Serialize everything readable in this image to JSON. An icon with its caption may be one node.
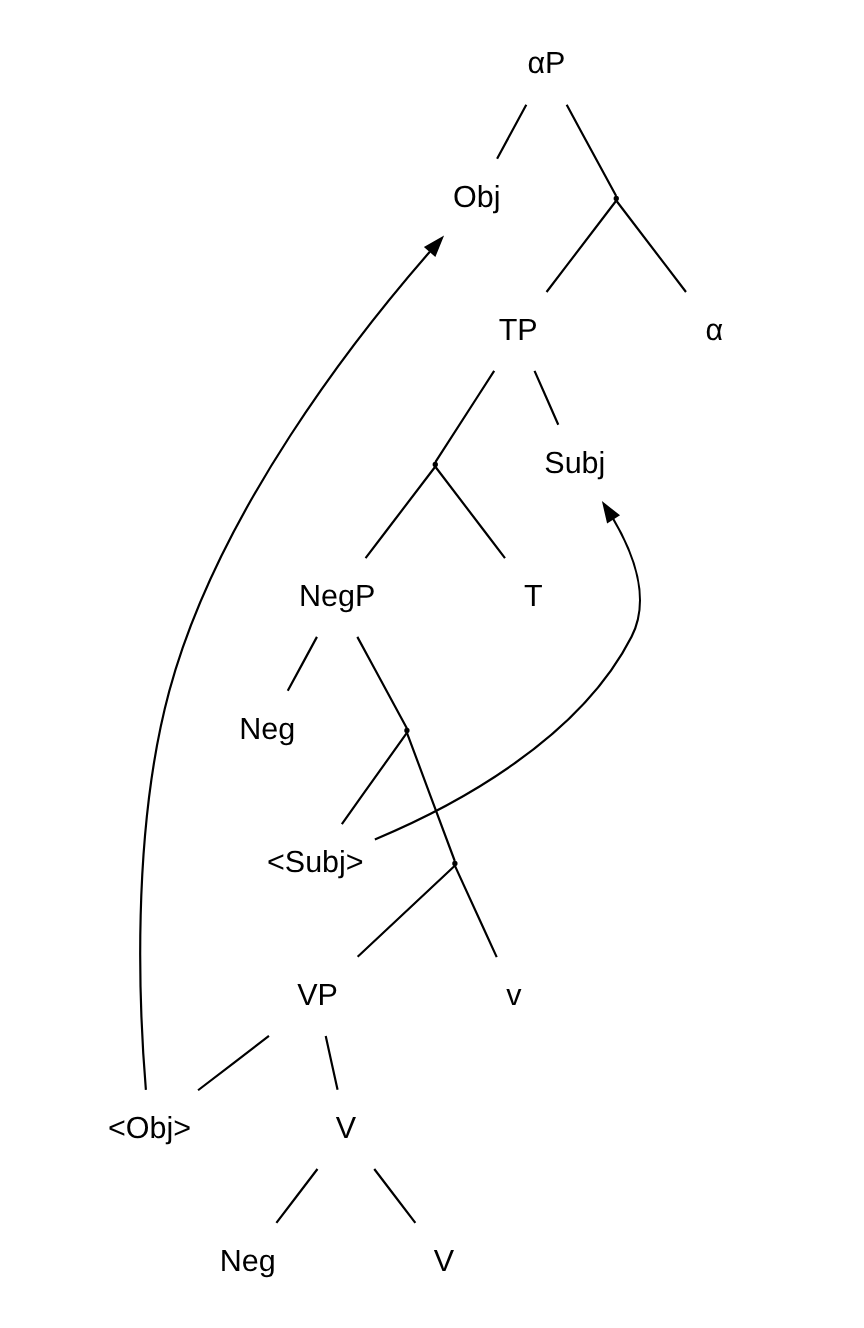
{
  "diagram": {
    "nodes": [
      {
        "text": [
          "αP"
        ]
      },
      {
        "text": [
          "Obj"
        ]
      },
      {
        "text": [],
        "shape": "point"
      },
      {
        "text": [
          "TP"
        ]
      },
      {
        "text": [
          "α"
        ]
      },
      {
        "text": [],
        "shape": "point"
      },
      {
        "text": [
          "Subj"
        ]
      },
      {
        "text": [
          "NegP"
        ]
      },
      {
        "text": [
          "T"
        ]
      },
      {
        "text": [
          "Neg"
        ]
      },
      {
        "text": [],
        "shape": "point"
      },
      {
        "text": [
          "<Subj>"
        ]
      },
      {
        "text": [],
        "shape": "point"
      },
      {
        "text": [
          "VP"
        ]
      },
      {
        "text": [
          "v"
        ]
      },
      {
        "text": [
          "<Obj>"
        ]
      },
      {
        "text": [
          "V"
        ]
      },
      {
        "text": [
          "Neg"
        ]
      },
      {
        "text": [
          "V"
        ]
      }
    ],
    "edges": [
      {
        "from": 0,
        "to": 1,
        "arrow": "none"
      },
      {
        "from": 0,
        "to": 2,
        "arrow": "none"
      },
      {
        "from": 2,
        "to": 3,
        "arrow": "none"
      },
      {
        "from": 2,
        "to": 4,
        "arrow": "none"
      },
      {
        "from": 3,
        "to": 6,
        "arrow": "none"
      },
      {
        "from": 3,
        "to": 5,
        "arrow": "none"
      },
      {
        "from": 5,
        "to": 7,
        "arrow": "none"
      },
      {
        "from": 5,
        "to": 8,
        "arrow": "none"
      },
      {
        "from": 7,
        "to": 9,
        "arrow": "none"
      },
      {
        "from": 7,
        "to": 10,
        "arrow": "none"
      },
      {
        "from": 10,
        "to": 11,
        "arrow": "none"
      },
      {
        "from": 10,
        "to": 12,
        "arrow": "none"
      },
      {
        "from": 12,
        "to": 13,
        "arrow": "none"
      },
      {
        "from": 12,
        "to": 14,
        "arrow": "none"
      },
      {
        "from": 13,
        "to": 15,
        "arrow": "none"
      },
      {
        "from": 13,
        "to": 16,
        "arrow": "none"
      },
      {
        "from": 16,
        "to": 17,
        "arrow": "none"
      },
      {
        "from": 16,
        "to": 18,
        "arrow": "none"
      },
      {
        "from": 15,
        "to": 1,
        "arrow": "to"
      },
      {
        "from": 11,
        "to": 6,
        "arrow": "to"
      }
    ]
  }
}
